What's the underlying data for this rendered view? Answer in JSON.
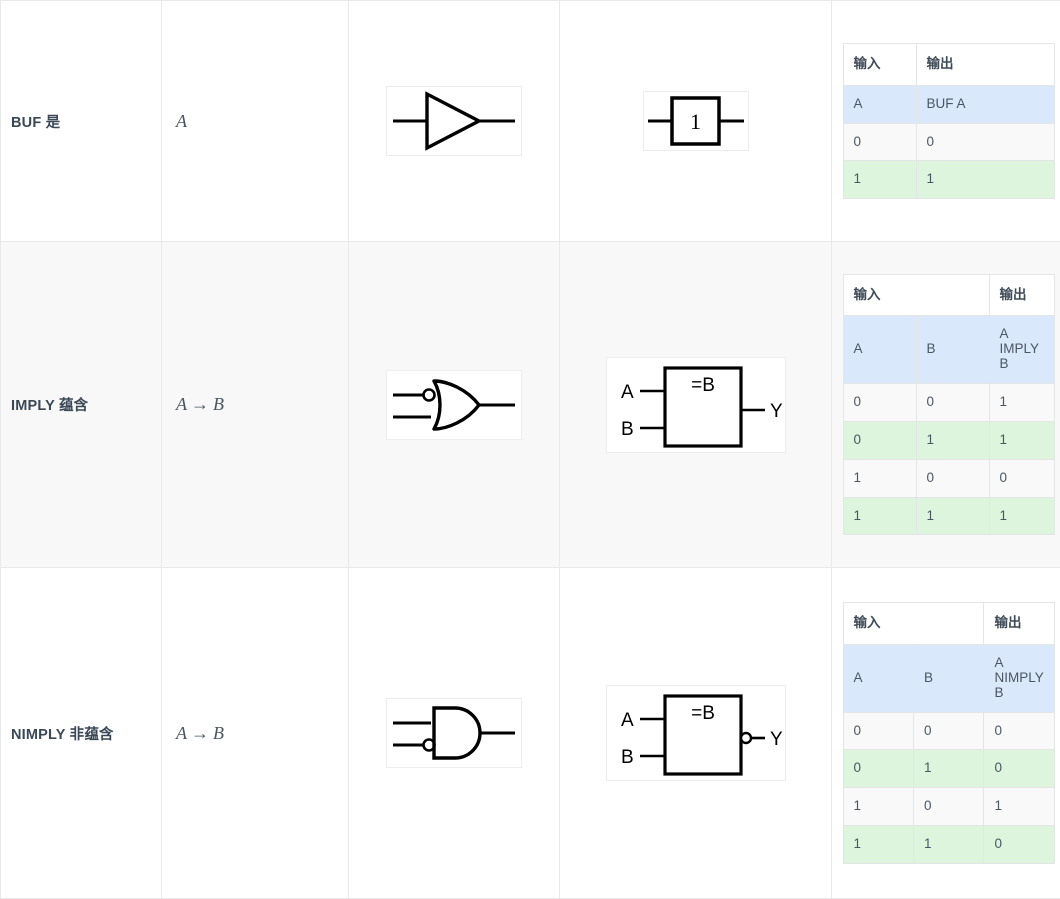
{
  "accent_colors": {
    "text": "#3a4856",
    "row_highlight_blue": "#d9e8fb",
    "row_highlight_green": "#ddf5dd",
    "row_alt_gray": "#f8f8f8",
    "border": "#e7e9eb"
  },
  "truth_headers": {
    "input": "输入",
    "output": "输出"
  },
  "rows": [
    {
      "name_en": "BUF",
      "name_cjk": "是",
      "expr_lhs": "A",
      "expr_arrow": "",
      "expr_rhs": "",
      "ansi_symbol": "buffer-gate",
      "iec_symbol": "iec-box-1",
      "iec_label": "1",
      "iec_input_labels": [],
      "iec_output_label": "",
      "iec_output_inverted": false,
      "truth": {
        "input_cols": [
          "A"
        ],
        "output_col": "BUF A",
        "data": [
          {
            "inputs": [
              "0"
            ],
            "output": "0",
            "style": "white"
          },
          {
            "inputs": [
              "1"
            ],
            "output": "1",
            "style": "green"
          }
        ]
      }
    },
    {
      "name_en": "IMPLY",
      "name_cjk": "蕴含",
      "expr_lhs": "A",
      "expr_arrow": "→",
      "expr_rhs": "B",
      "ansi_symbol": "or-gate-inverted-input-a",
      "iec_symbol": "iec-box-le-b",
      "iec_label": "=B",
      "iec_input_labels": [
        "A",
        "B"
      ],
      "iec_output_label": "Y",
      "iec_output_inverted": false,
      "truth": {
        "input_cols": [
          "A",
          "B"
        ],
        "output_col": "A IMPLY B",
        "data": [
          {
            "inputs": [
              "0",
              "0"
            ],
            "output": "1",
            "style": "white"
          },
          {
            "inputs": [
              "0",
              "1"
            ],
            "output": "1",
            "style": "green"
          },
          {
            "inputs": [
              "1",
              "0"
            ],
            "output": "0",
            "style": "white"
          },
          {
            "inputs": [
              "1",
              "1"
            ],
            "output": "1",
            "style": "green"
          }
        ]
      }
    },
    {
      "name_en": "NIMPLY",
      "name_cjk": "非蕴含",
      "expr_lhs": "A",
      "expr_arrow": "→",
      "expr_rhs": "B",
      "ansi_symbol": "and-gate-inverted-input-b",
      "iec_symbol": "iec-box-le-b-inverted-output",
      "iec_label": "=B",
      "iec_input_labels": [
        "A",
        "B"
      ],
      "iec_output_label": "Y",
      "iec_output_inverted": true,
      "truth": {
        "input_cols": [
          "A",
          "B"
        ],
        "output_col": "A NIMPLY B",
        "data": [
          {
            "inputs": [
              "0",
              "0"
            ],
            "output": "0",
            "style": "white"
          },
          {
            "inputs": [
              "0",
              "1"
            ],
            "output": "0",
            "style": "green"
          },
          {
            "inputs": [
              "1",
              "0"
            ],
            "output": "1",
            "style": "white"
          },
          {
            "inputs": [
              "1",
              "1"
            ],
            "output": "0",
            "style": "green"
          }
        ]
      }
    }
  ]
}
